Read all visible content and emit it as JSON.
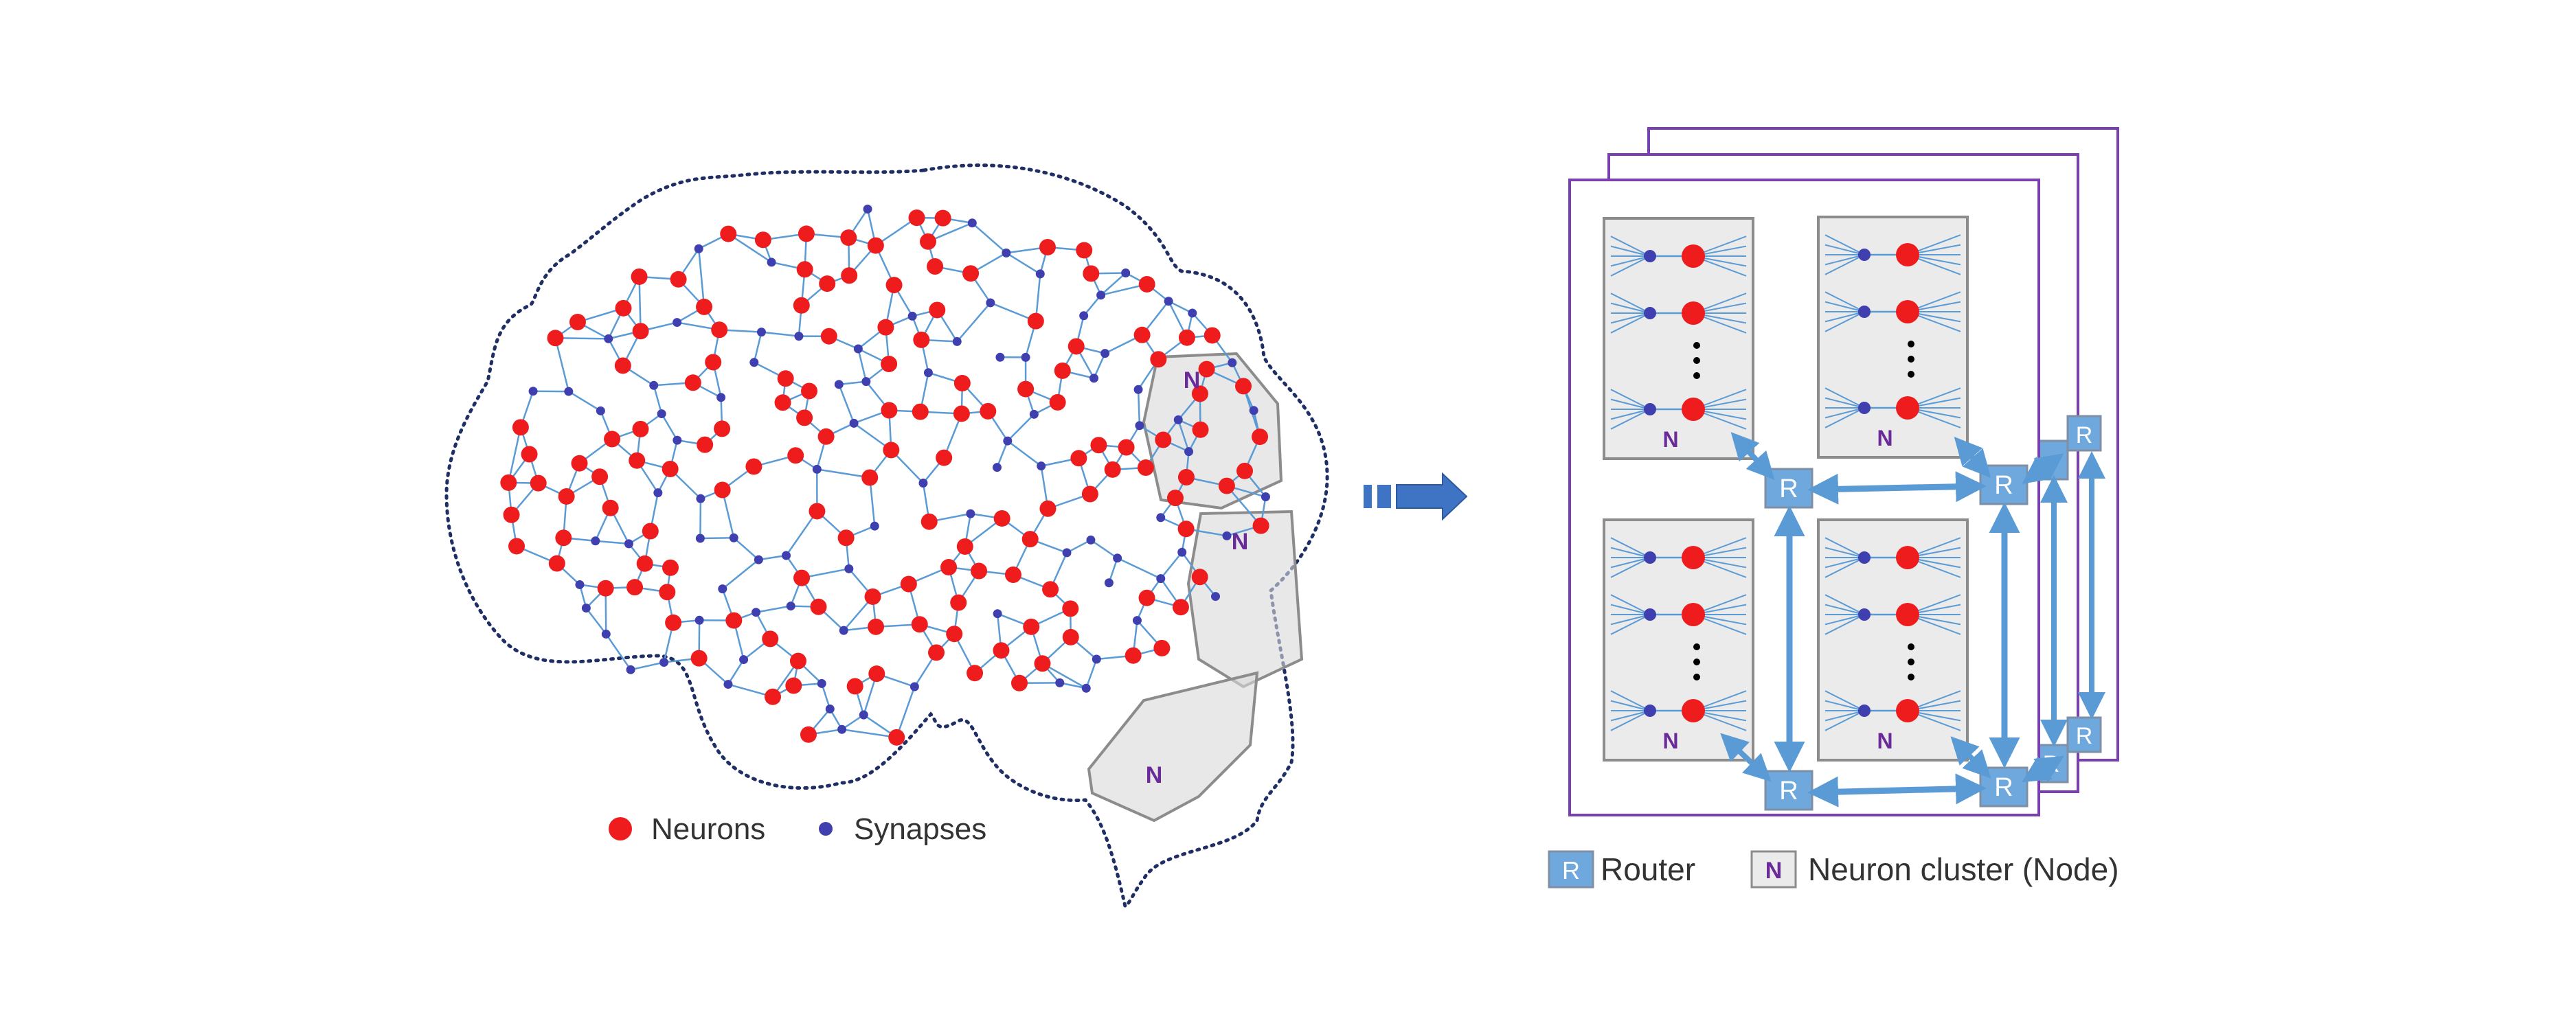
{
  "brain": {
    "cluster_label": "N"
  },
  "legend_left": {
    "neurons_label": "Neurons",
    "synapses_label": "Synapses"
  },
  "chip": {
    "router_label": "R",
    "node_label": "N"
  },
  "legend_right": {
    "router_icon_text": "R",
    "router_label": "Router",
    "node_icon_text": "N",
    "node_label": "Neuron cluster (Node)"
  },
  "colors": {
    "neuron": "#ee1c1c",
    "synapse": "#3f3fb0",
    "edge": "#5b9bd5",
    "outline": "#1f2f66",
    "cluster_fill": "#ebebeb",
    "cluster_stroke": "#8c8c8c",
    "router_fill": "#6fa8dc",
    "router_stroke": "#7f8fa6",
    "node_label": "#6a2a9a",
    "chip_frame": "#7a3fb0",
    "arrow": "#3f74c4"
  }
}
